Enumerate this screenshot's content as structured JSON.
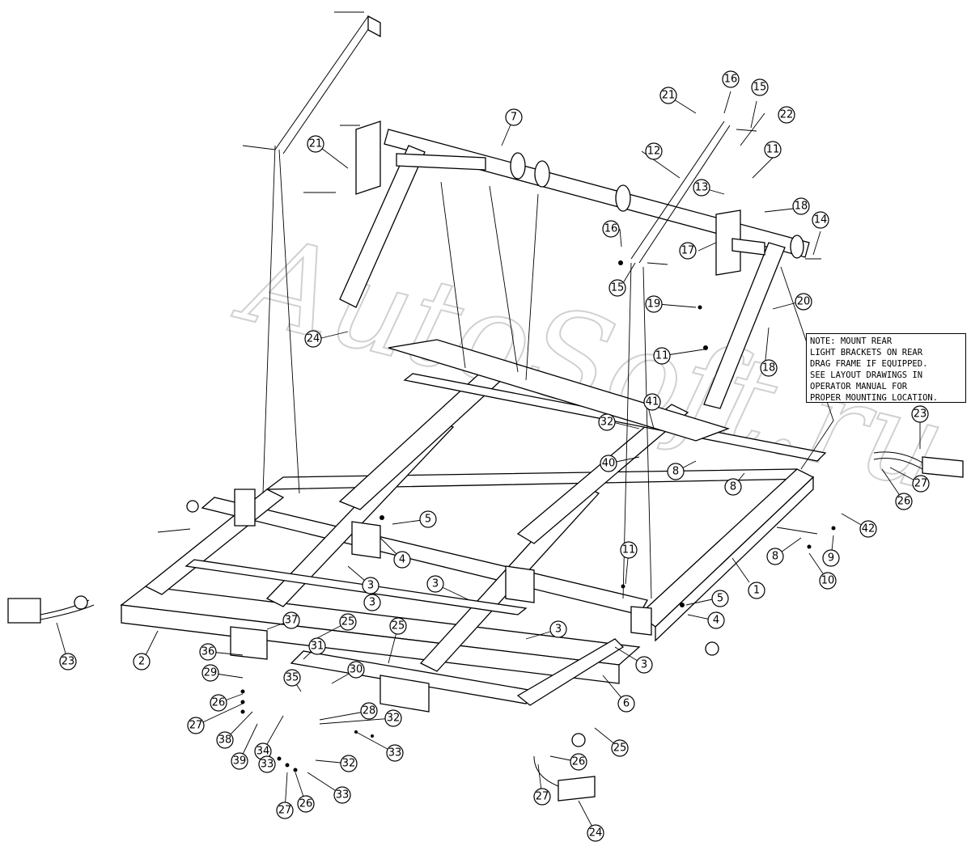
{
  "watermark": "AutoSoft.ru",
  "note": "NOTE: MOUNT REAR\nLIGHT BRACKETS ON REAR\nDRAG FRAME IF EQUIPPED.\nSEE LAYOUT DRAWINGS IN\nOPERATOR MANUAL FOR\nPROPER MOUNTING LOCATION.",
  "callouts": [
    "1",
    "2",
    "3",
    "3",
    "3",
    "3",
    "3",
    "4",
    "4",
    "5",
    "5",
    "6",
    "7",
    "8",
    "8",
    "8",
    "9",
    "10",
    "11",
    "11",
    "11",
    "12",
    "13",
    "14",
    "15",
    "15",
    "16",
    "16",
    "17",
    "18",
    "18",
    "19",
    "20",
    "21",
    "21",
    "22",
    "23",
    "23",
    "24",
    "24",
    "25",
    "25",
    "25",
    "26",
    "26",
    "26",
    "26",
    "27",
    "27",
    "27",
    "27",
    "28",
    "29",
    "30",
    "31",
    "32",
    "32",
    "32",
    "33",
    "33",
    "33",
    "34",
    "35",
    "36",
    "37",
    "38",
    "39",
    "40",
    "41",
    "42"
  ]
}
